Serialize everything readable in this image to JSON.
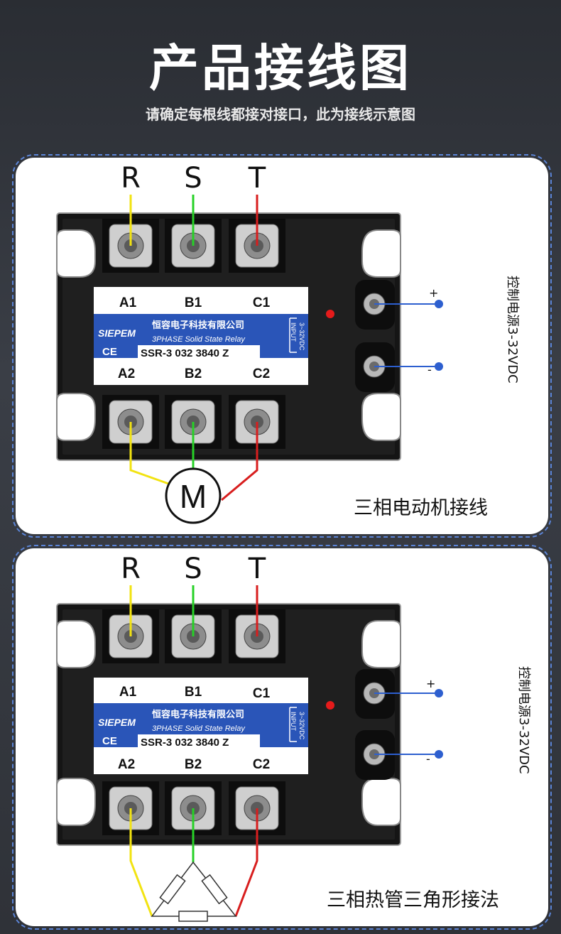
{
  "header": {
    "title": "产品接线图",
    "subtitle": "请确定每根线都接对接口，此为接线示意图"
  },
  "phases": [
    "R",
    "S",
    "T"
  ],
  "wire_colors": {
    "R": "#f2e311",
    "S": "#27d127",
    "T": "#d81e1e",
    "control": "#2d5fcf"
  },
  "relay": {
    "terminals_top": [
      "A1",
      "B1",
      "C1"
    ],
    "terminals_bottom": [
      "A2",
      "B2",
      "C2"
    ],
    "logo": "SIEPEM",
    "company": "恒容电子科技有限公司",
    "description": "3PHASE Solid State Relay",
    "ce": "CE",
    "model": "SSR-3  032  3840 Z",
    "input_label": "INPUT",
    "input_range": "3~32VDC",
    "label_color": "#2a55b8"
  },
  "control": {
    "plus": "+",
    "minus": "-",
    "label": "控制电源3-32VDC"
  },
  "diagrams": [
    {
      "id": "motor",
      "load_label": "M",
      "caption": "三相电动机接线"
    },
    {
      "id": "heater",
      "load_label": "",
      "caption": "三相热管三角形接法"
    }
  ]
}
